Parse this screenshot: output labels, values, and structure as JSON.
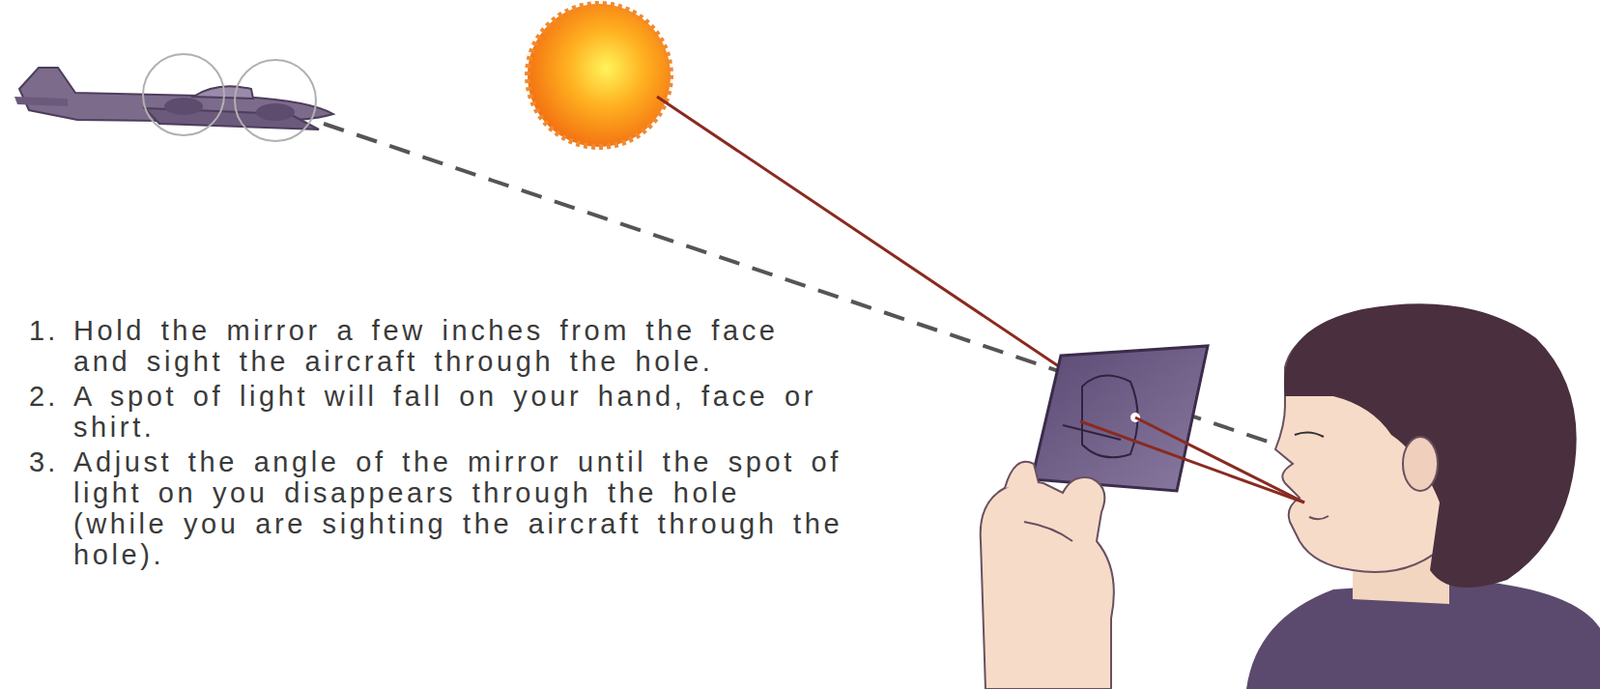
{
  "diagram": {
    "labels": [
      "1.",
      "Hold the mirror a few inches from the face and sight the aircraft through the hole.",
      "2.",
      "A spot of light will fall on your hand, face or shirt.",
      "3.",
      "Adjust the angle of the mirror until the spot of light on you disappears through the hole (while you are sighting the aircraft through the hole)."
    ]
  }
}
